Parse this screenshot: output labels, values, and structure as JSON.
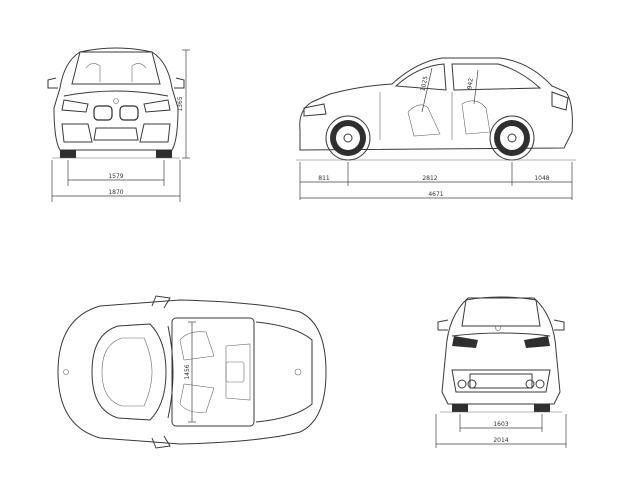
{
  "front_view": {
    "height_label": "1365",
    "track_label": "1579",
    "width_label": "1870"
  },
  "side_view": {
    "front_overhang_label": "811",
    "wheelbase_label": "2812",
    "rear_overhang_label": "1048",
    "length_label": "4671",
    "front_headroom_label": "1025",
    "rear_headroom_label": "942"
  },
  "top_view": {
    "interior_width_label": "1456"
  },
  "rear_view": {
    "track_label": "1603",
    "width_label": "2014"
  }
}
